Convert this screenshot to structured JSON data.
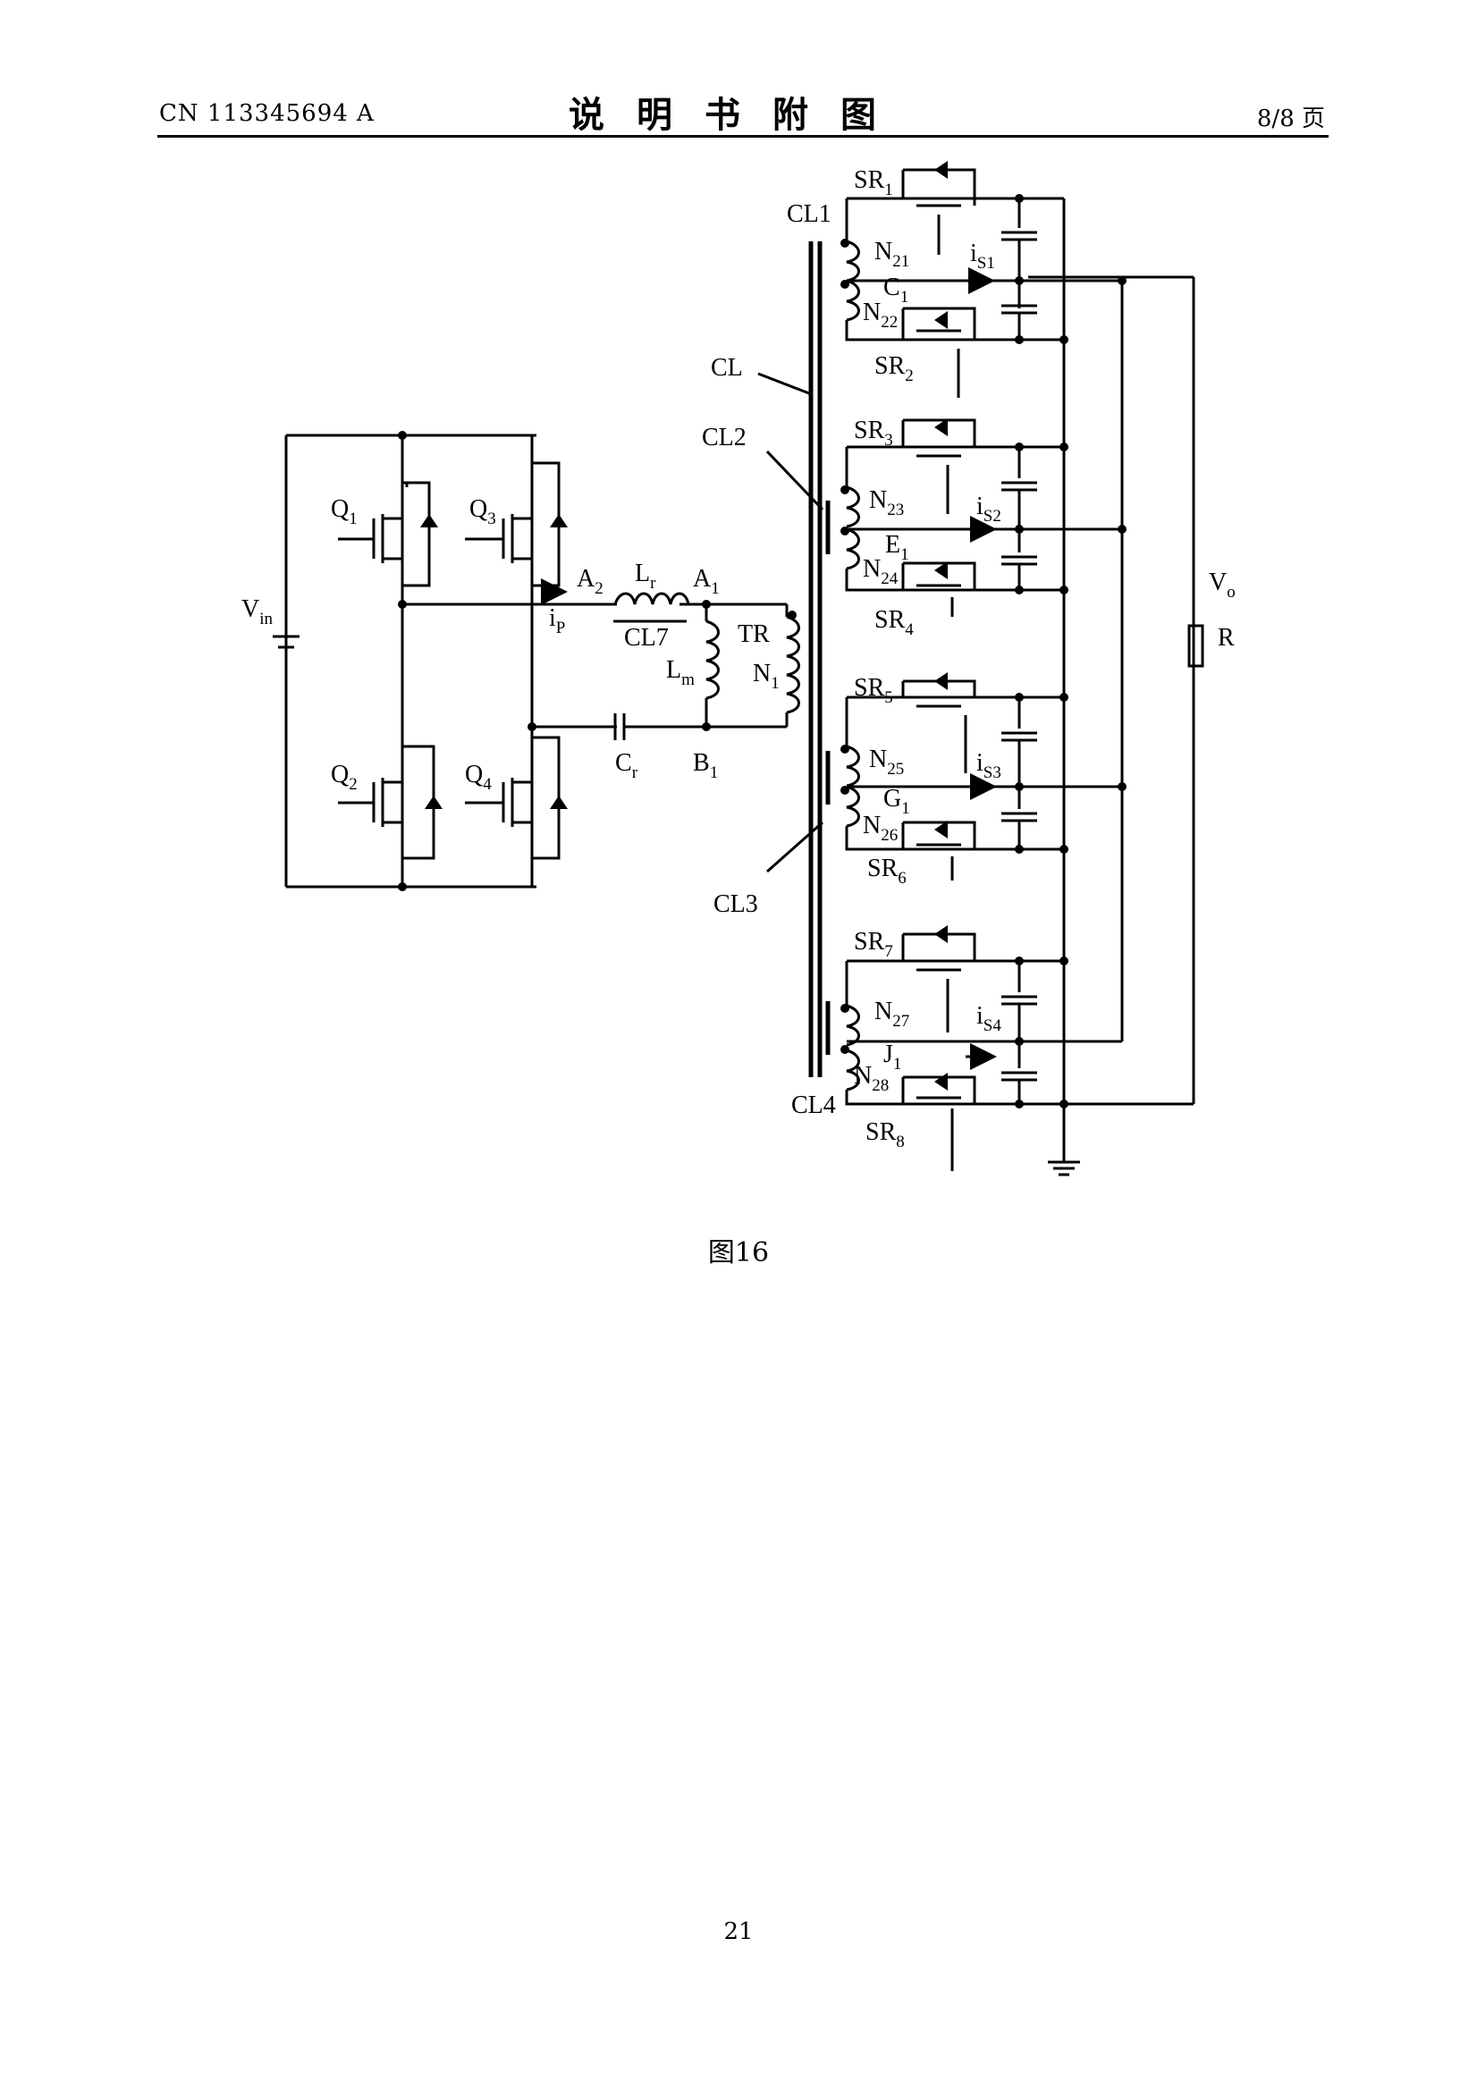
{
  "header": {
    "doc_number": "CN 113345694 A",
    "section_title": "说明书附图",
    "page_of": "8/8 页"
  },
  "figure": {
    "caption": "图16",
    "labels": {
      "vin": "V",
      "vin_sub": "in",
      "q1": "Q",
      "q1_sub": "1",
      "q2": "Q",
      "q2_sub": "2",
      "q3": "Q",
      "q3_sub": "3",
      "q4": "Q",
      "q4_sub": "4",
      "a2": "A",
      "a2_sub": "2",
      "lr": "L",
      "lr_sub": "r",
      "a1": "A",
      "a1_sub": "1",
      "ip": "i",
      "ip_sub": "P",
      "cl7": "CL7",
      "lm": "L",
      "lm_sub": "m",
      "tr": "TR",
      "n1": "N",
      "n1_sub": "1",
      "cr": "C",
      "cr_sub": "r",
      "b1": "B",
      "b1_sub": "1",
      "cl": "CL",
      "cl1": "CL1",
      "cl2": "CL2",
      "cl3": "CL3",
      "cl4": "CL4",
      "vo": "V",
      "vo_sub": "o",
      "r": "R",
      "sr1": "SR",
      "sr1_sub": "1",
      "sr2": "SR",
      "sr2_sub": "2",
      "sr3": "SR",
      "sr3_sub": "3",
      "sr4": "SR",
      "sr4_sub": "4",
      "sr5": "SR",
      "sr5_sub": "5",
      "sr6": "SR",
      "sr6_sub": "6",
      "sr7": "SR",
      "sr7_sub": "7",
      "sr8": "SR",
      "sr8_sub": "8",
      "n21": "N",
      "n21_sub": "21",
      "n22": "N",
      "n22_sub": "22",
      "n23": "N",
      "n23_sub": "23",
      "n24": "N",
      "n24_sub": "24",
      "n25": "N",
      "n25_sub": "25",
      "n26": "N",
      "n26_sub": "26",
      "n27": "N",
      "n27_sub": "27",
      "n28": "N",
      "n28_sub": "28",
      "c1": "C",
      "c1_sub": "1",
      "e1": "E",
      "e1_sub": "1",
      "g1": "G",
      "g1_sub": "1",
      "j1": "J",
      "j1_sub": "1",
      "is1": "i",
      "is1_sub": "S1",
      "is2": "i",
      "is2_sub": "S2",
      "is3": "i",
      "is3_sub": "S3",
      "is4": "i",
      "is4_sub": "S4"
    }
  },
  "footer": {
    "page_number": "21"
  }
}
